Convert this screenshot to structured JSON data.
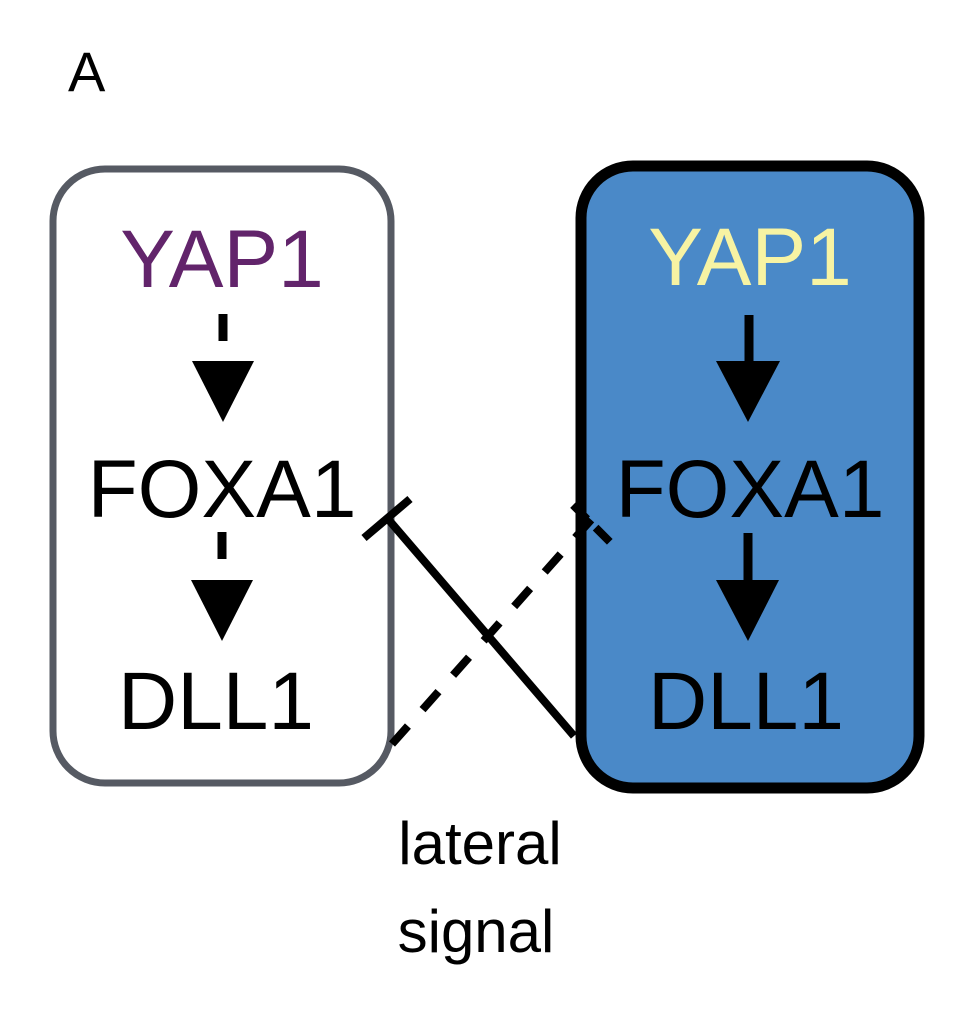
{
  "panel_label": "A",
  "left_cell": {
    "nodes": [
      "YAP1",
      "FOXA1",
      "DLL1"
    ],
    "state": "inactive",
    "edge_style": "dashed",
    "fill_color": "#ffffff",
    "border_color": "#565a63",
    "yap1_color": "#62246b",
    "text_color": "#000000"
  },
  "right_cell": {
    "nodes": [
      "YAP1",
      "FOXA1",
      "DLL1"
    ],
    "state": "active",
    "edge_style": "solid",
    "fill_color": "#4a89c8",
    "border_color": "#000000",
    "yap1_color": "#f7f3a3",
    "text_color": "#000000"
  },
  "interactions": [
    {
      "from": "right_cell.DLL1",
      "to": "left_cell.FOXA1",
      "type": "inhibition",
      "style": "solid"
    },
    {
      "from": "left_cell.DLL1",
      "to": "right_cell.FOXA1",
      "type": "inhibition",
      "style": "dashed"
    }
  ],
  "annotation": {
    "line1": "lateral",
    "line2": "signal"
  }
}
